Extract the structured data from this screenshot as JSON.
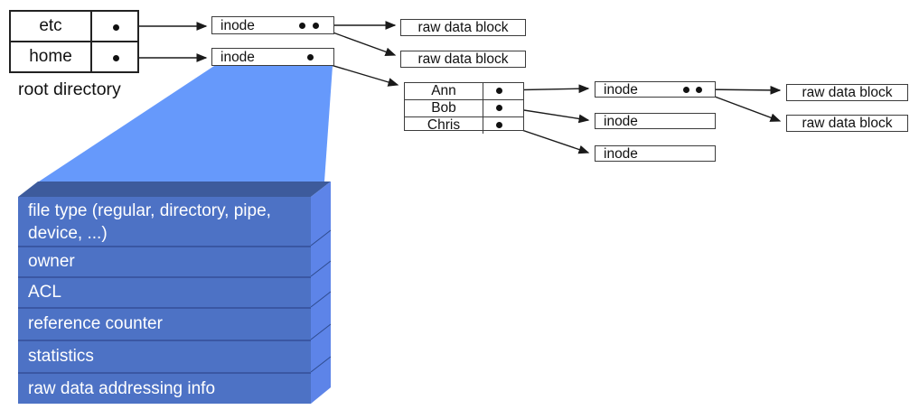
{
  "diagram": {
    "root_directory": {
      "entries": [
        "etc",
        "home"
      ],
      "caption": "root directory"
    },
    "top_level": {
      "inode1": "inode",
      "inode2": "inode",
      "raw_block1": "raw data block",
      "raw_block2": "raw data block"
    },
    "home_directory": {
      "entries": [
        "Ann",
        "Bob",
        "Chris"
      ]
    },
    "user_level": {
      "inode_ann": "inode",
      "inode_bob": "inode",
      "inode_chris": "inode",
      "raw_block1": "raw data block",
      "raw_block2": "raw data block"
    },
    "inode_structure": {
      "fields": [
        "file type (regular, directory, pipe, device, ...)",
        "owner",
        "ACL",
        "reference counter",
        "statistics",
        "raw data addressing info"
      ]
    },
    "colors": {
      "funnel": "#6699fb",
      "block_front": "#4d72c5",
      "block_side": "#5d84e8",
      "block_top": "#3d5b9c",
      "arrow": "#1a1a1a"
    }
  }
}
